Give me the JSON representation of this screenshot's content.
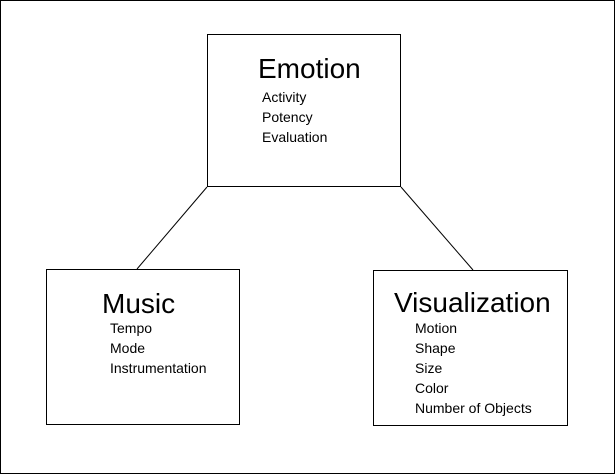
{
  "diagram": {
    "nodes": {
      "emotion": {
        "title": "Emotion",
        "items": [
          "Activity",
          "Potency",
          "Evaluation"
        ]
      },
      "music": {
        "title": "Music",
        "items": [
          "Tempo",
          "Mode",
          "Instrumentation"
        ]
      },
      "visualization": {
        "title": "Visualization",
        "items": [
          "Motion",
          "Shape",
          "Size",
          "Color",
          "Number of Objects"
        ]
      }
    },
    "edges": [
      {
        "from": "emotion",
        "to": "music"
      },
      {
        "from": "emotion",
        "to": "visualization"
      }
    ],
    "colors": {
      "border": "#000000",
      "background": "#ffffff",
      "text": "#000000"
    }
  }
}
